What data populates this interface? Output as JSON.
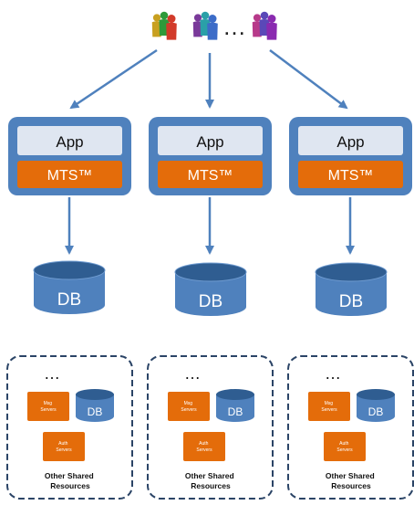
{
  "users": {
    "ellipsis": "…"
  },
  "servers": [
    {
      "app_label": "App",
      "mts_label": "MTS™",
      "db_label": "DB"
    },
    {
      "app_label": "App",
      "mts_label": "MTS™",
      "db_label": "DB"
    },
    {
      "app_label": "App",
      "mts_label": "MTS™",
      "db_label": "DB"
    }
  ],
  "shared_resources": [
    {
      "ellipsis": "…",
      "msg_label": [
        "Msg",
        "Servers"
      ],
      "db_label": "DB",
      "auth_label": [
        "Auth",
        "Servers"
      ],
      "caption": [
        "Other Shared",
        "Resources"
      ]
    },
    {
      "ellipsis": "…",
      "msg_label": [
        "Msg",
        "Servers"
      ],
      "db_label": "DB",
      "auth_label": [
        "Auth",
        "Servers"
      ],
      "caption": [
        "Other Shared",
        "Resources"
      ]
    },
    {
      "ellipsis": "…",
      "msg_label": [
        "Msg",
        "Servers"
      ],
      "db_label": "DB",
      "auth_label": [
        "Auth",
        "Servers"
      ],
      "caption": [
        "Other Shared",
        "Resources"
      ]
    }
  ],
  "colors": {
    "blue": "#4f81bd",
    "dark_blue": "#2f5d91",
    "light_panel": "#dfe6f1",
    "orange": "#e46c0a",
    "dashed": "#2b4466"
  },
  "icons": [
    "users-group-icon",
    "users-group-icon",
    "users-group-icon"
  ]
}
